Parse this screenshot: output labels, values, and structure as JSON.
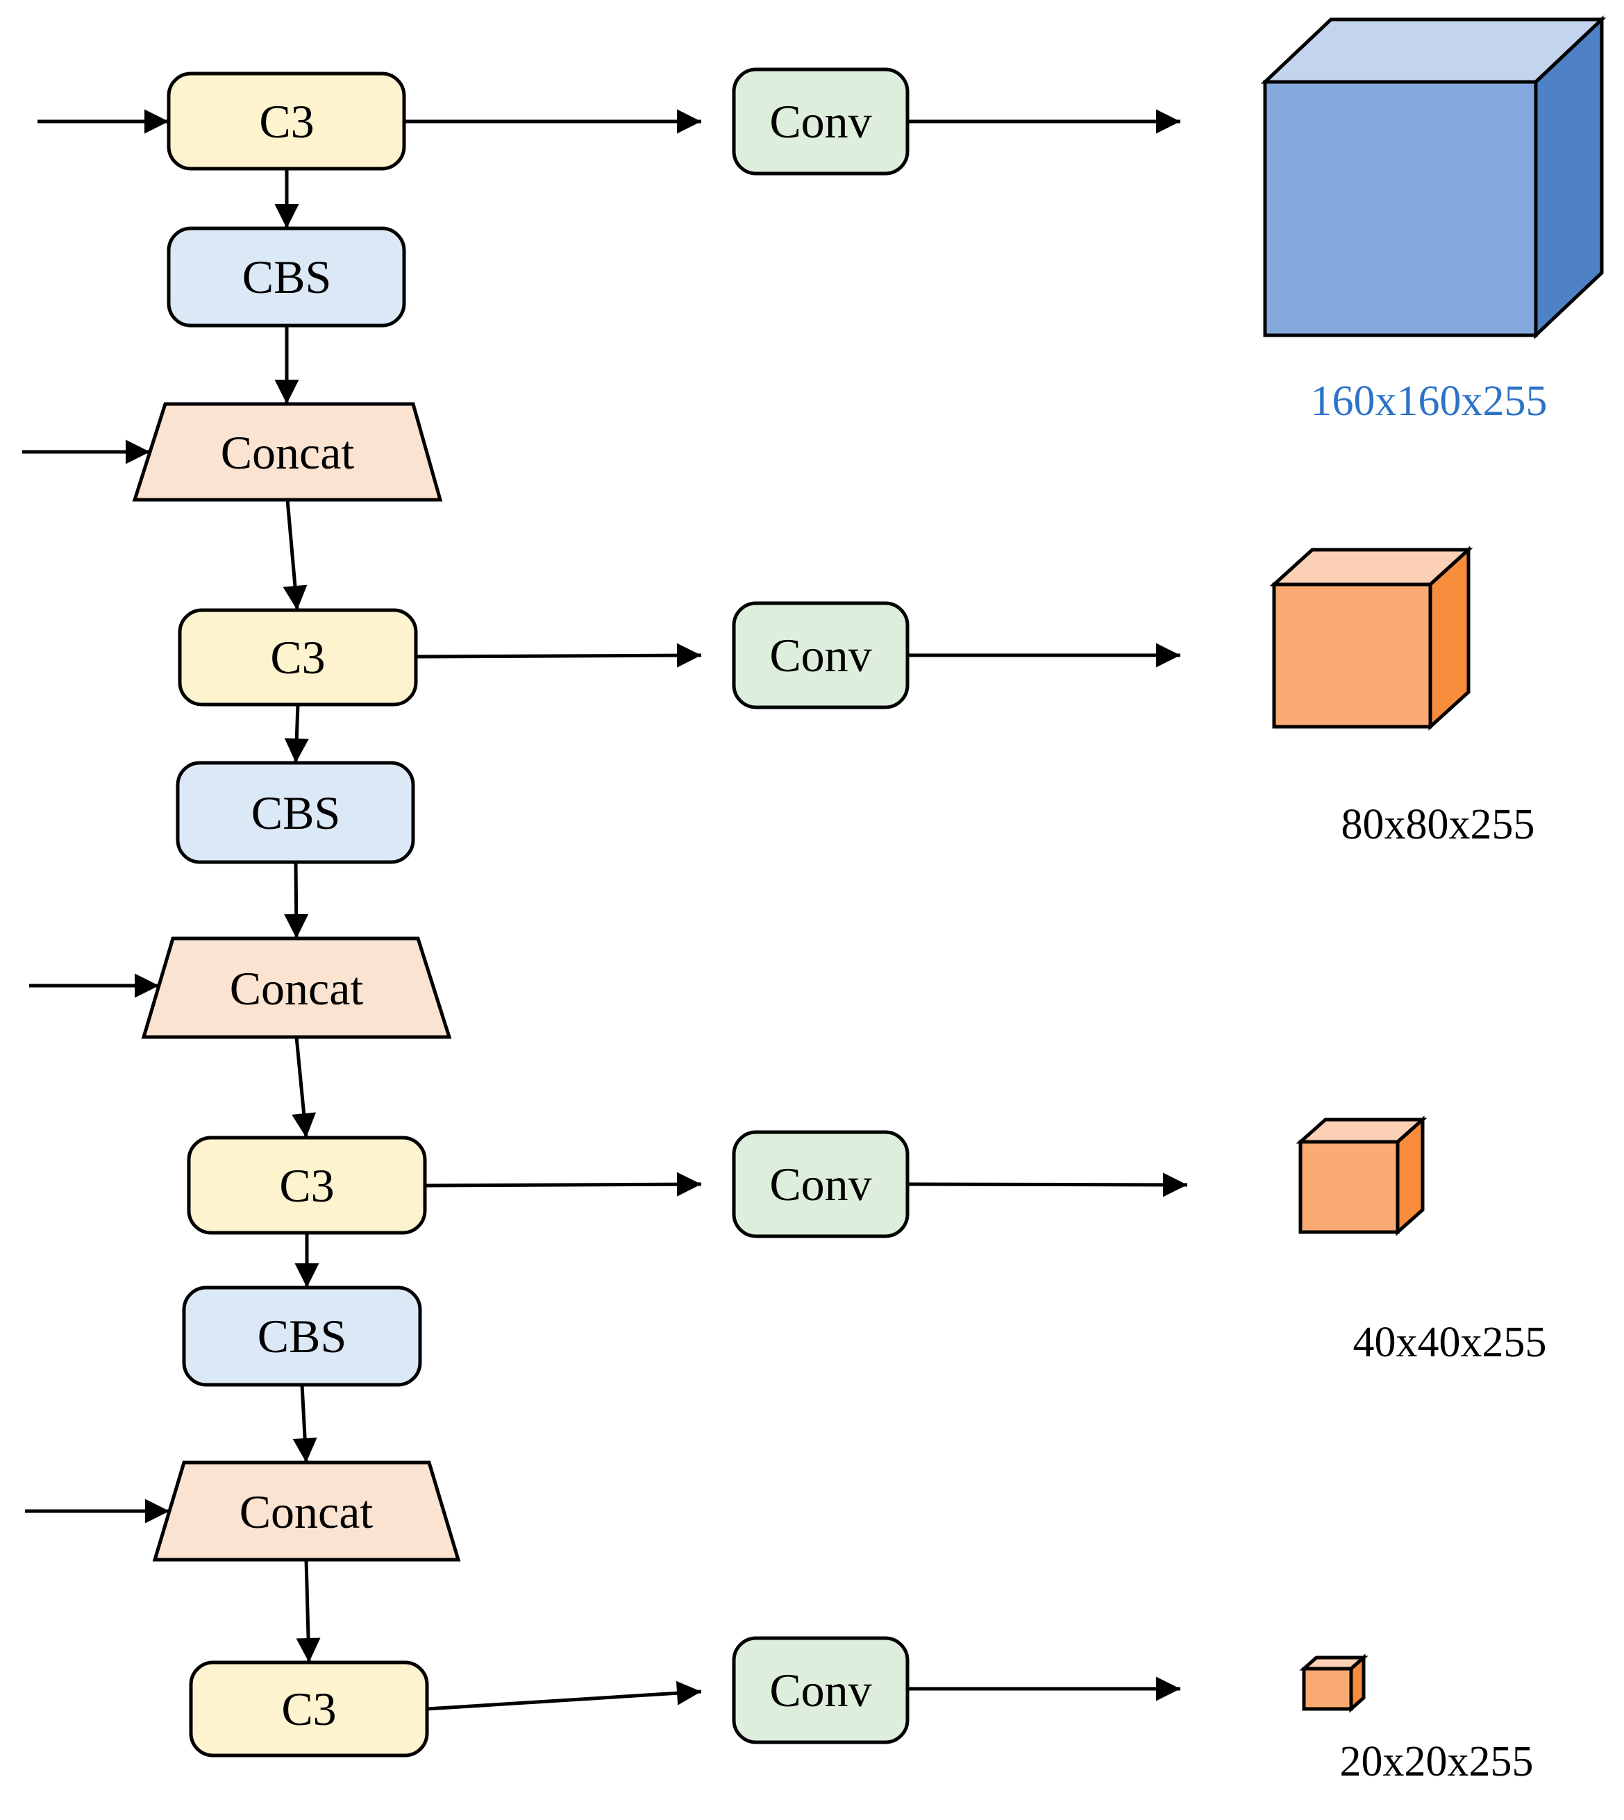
{
  "blocks": {
    "c3": "C3",
    "cbs": "CBS",
    "concat": "Concat",
    "conv": "Conv"
  },
  "colors": {
    "background": "#ffffff",
    "outline": "#000000",
    "arrow": "#000000",
    "c3_fill": "#fdf3cf",
    "cbs_fill": "#dbe9f6",
    "concat_fill": "#fbe3d2",
    "conv_fill": "#ddeedc"
  },
  "outputs": [
    {
      "label": "160x160x255",
      "label_color": "#2d73c8",
      "cube": {
        "front": "#84a9dc",
        "top": "#c2d4ee",
        "side": "#4e81c6"
      }
    },
    {
      "label": "80x80x255",
      "label_color": "#000000",
      "cube": {
        "front": "#faaa73",
        "top": "#fbd0b5",
        "side": "#f78c3c"
      }
    },
    {
      "label": "40x40x255",
      "label_color": "#000000",
      "cube": {
        "front": "#faaa73",
        "top": "#fbd0b5",
        "side": "#f78c3c"
      }
    },
    {
      "label": "20x20x255",
      "label_color": "#000000",
      "cube": {
        "front": "#faaa73",
        "top": "#fbd0b5",
        "side": "#f78c3c"
      }
    }
  ]
}
